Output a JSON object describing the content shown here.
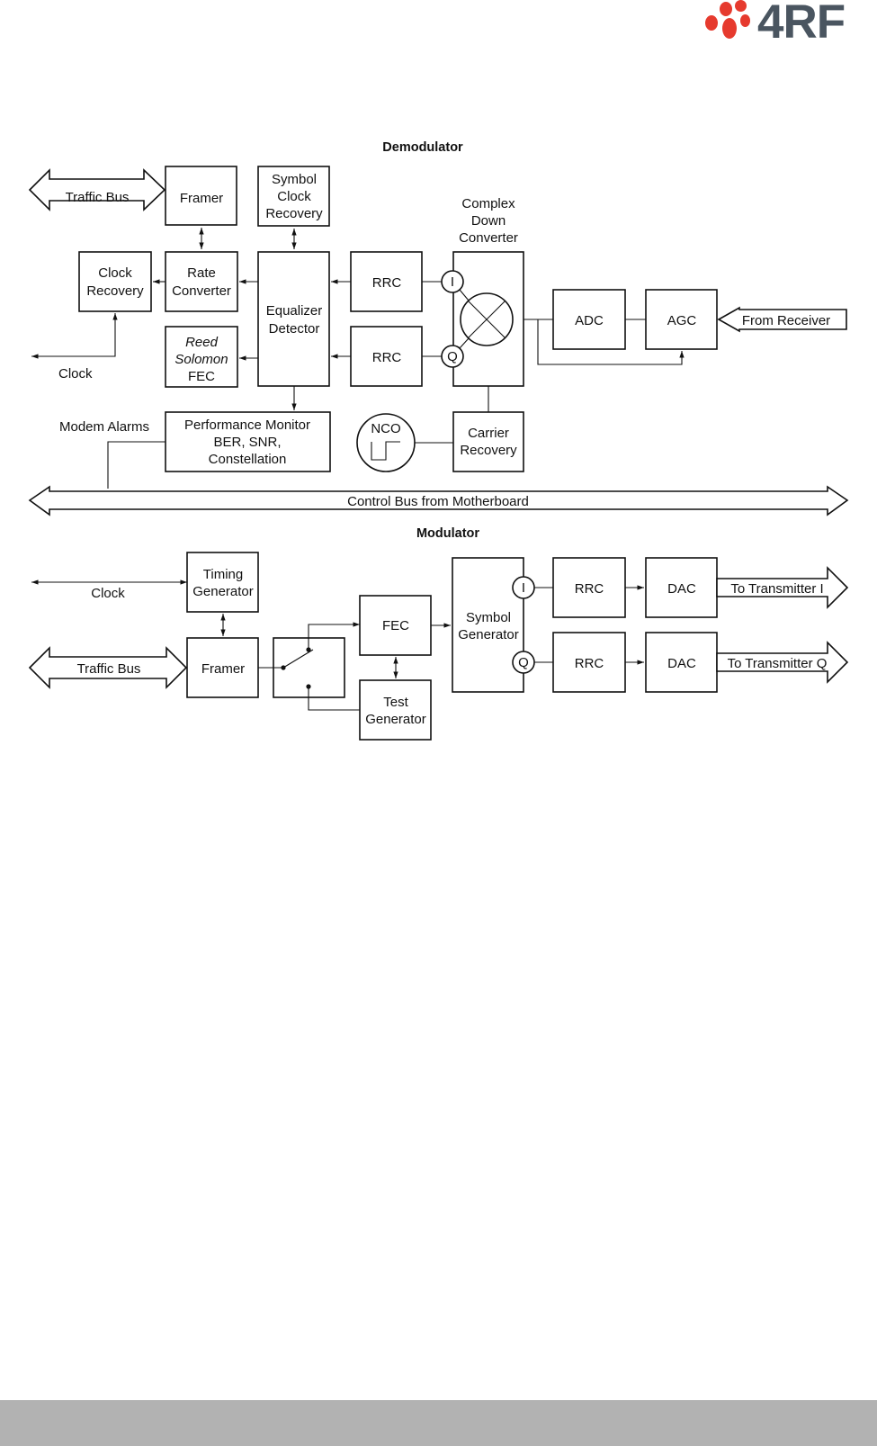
{
  "logo": {
    "text": "4RF",
    "accent_color": "#e63a2e",
    "text_color": "#4a5560"
  },
  "demodulator": {
    "title": "Demodulator",
    "traffic_bus": "Traffic Bus",
    "framer": "Framer",
    "symbol_clock_recovery": [
      "Symbol",
      "Clock",
      "Recovery"
    ],
    "clock_recovery": [
      "Clock",
      "Recovery"
    ],
    "rate_converter": [
      "Rate",
      "Converter"
    ],
    "equalizer_detector": [
      "Equalizer",
      "Detector"
    ],
    "rrc_i": "RRC",
    "rrc_q": "RRC",
    "complex_down_converter": [
      "Complex",
      "Down",
      "Converter"
    ],
    "i_port": "I",
    "q_port": "Q",
    "adc": "ADC",
    "agc": "AGC",
    "from_receiver": "From Receiver",
    "reed_solomon_fec": [
      "Reed",
      "Solomon",
      "FEC"
    ],
    "clock": "Clock",
    "modem_alarms": "Modem Alarms",
    "performance_monitor": [
      "Performance Monitor",
      "BER, SNR,",
      "Constellation"
    ],
    "nco": "NCO",
    "carrier_recovery": [
      "Carrier",
      "Recovery"
    ]
  },
  "control_bus": "Control Bus from Motherboard",
  "modulator": {
    "title": "Modulator",
    "clock": "Clock",
    "timing_generator": [
      "Timing",
      "Generator"
    ],
    "traffic_bus": "Traffic Bus",
    "framer": "Framer",
    "fec": "FEC",
    "test_generator": [
      "Test",
      "Generator"
    ],
    "symbol_generator": [
      "Symbol",
      "Generator"
    ],
    "i_port": "I",
    "q_port": "Q",
    "rrc_i": "RRC",
    "rrc_q": "RRC",
    "dac_i": "DAC",
    "dac_q": "DAC",
    "to_transmitter_i": "To Transmitter I",
    "to_transmitter_q": "To Transmitter Q"
  }
}
